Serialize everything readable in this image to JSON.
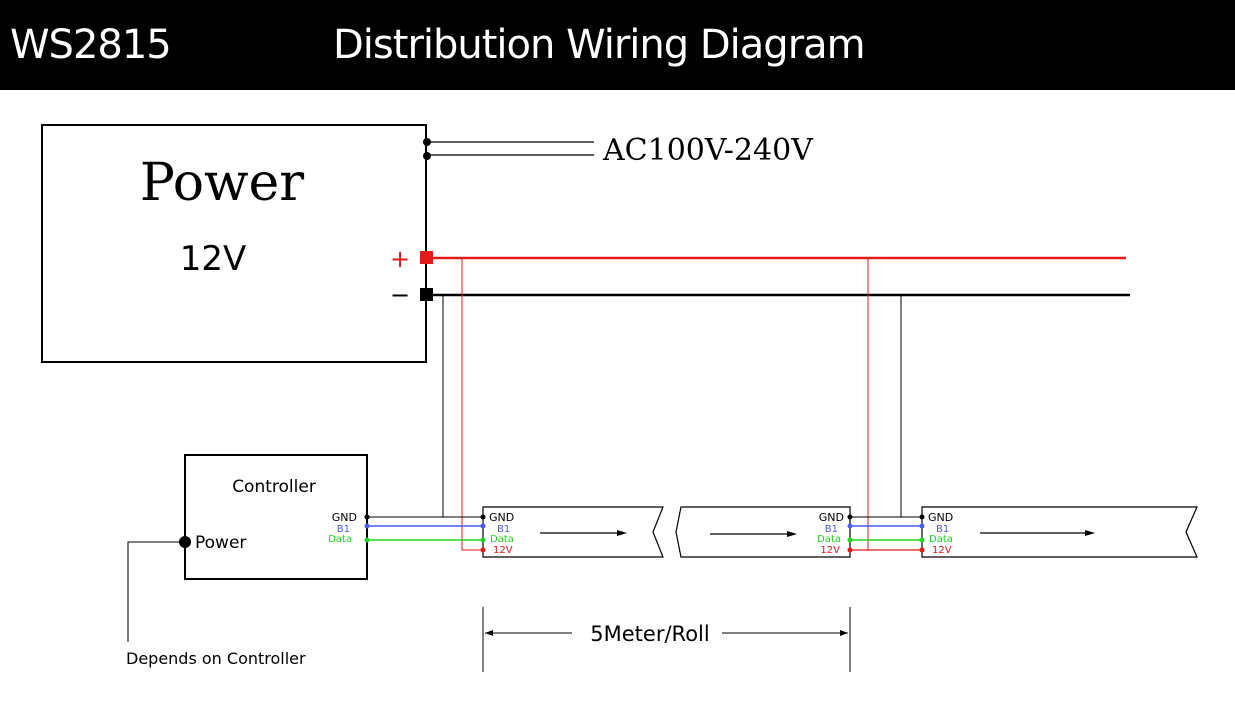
{
  "header": {
    "model": "WS2815",
    "title": "Distribution Wiring Diagram"
  },
  "power_supply": {
    "label": "Power",
    "voltage": "12V",
    "ac_input": "AC100V-240V",
    "plus_symbol": "+",
    "minus_symbol": "−"
  },
  "controller": {
    "label": "Controller",
    "power_port": "Power",
    "power_note": "Depends on Controller",
    "pins": [
      "GND",
      "B1",
      "Data"
    ]
  },
  "strip": {
    "pins": [
      "GND",
      "B1",
      "Data",
      "12V"
    ],
    "segment_length": "5Meter/Roll"
  },
  "colors": {
    "gnd": "#000000",
    "b1": "#4a5cf0",
    "data": "#22d422",
    "v12": "#e21a1a"
  }
}
